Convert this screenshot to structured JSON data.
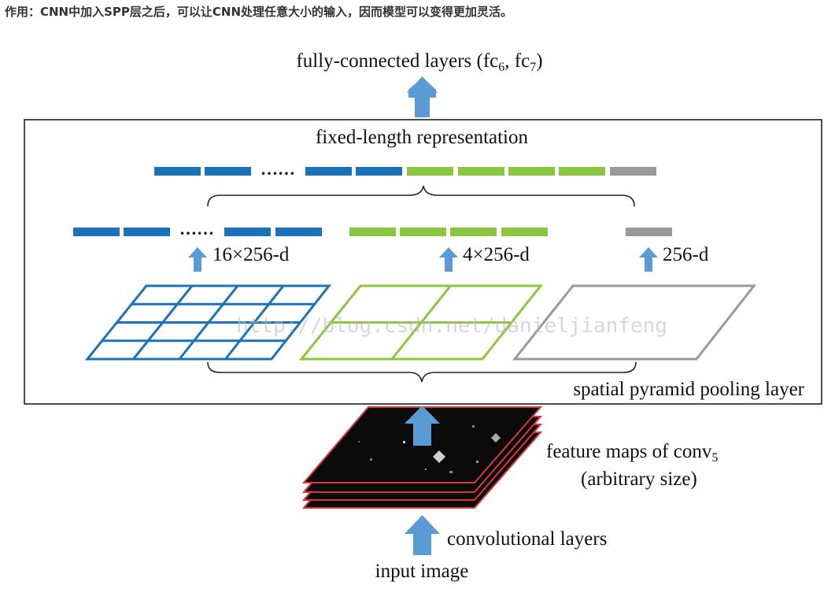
{
  "caption": "作用：CNN中加入SPP层之后，可以让CNN处理任意大小的输入，因而模型可以变得更加灵活。",
  "diagram": {
    "fc_label": "fully-connected layers (fc",
    "fc_sub1": "6",
    "fc_sep": ", fc",
    "fc_sub2": "7",
    "fc_close": ")",
    "fixed_label": "fixed-length representation",
    "dots": "……",
    "label_16": "16×256-d",
    "label_4": "4×256-d",
    "label_1": "256-d",
    "spp_label": "spatial pyramid pooling layer",
    "feature_label": "feature maps of conv",
    "feature_sub": "5",
    "arbitrary_label": "(arbitrary size)",
    "conv_label": "convolutional layers",
    "input_label": "input image",
    "watermark": "http://blog.csdn.net/danieljianfeng"
  },
  "colors": {
    "blue": "#1a72bb",
    "green": "#8cc63f",
    "gray": "#999999",
    "arrow": "#5b9bd5",
    "red": "#d9383a",
    "map": "#0b0b0b"
  },
  "icons": [
    "up-arrow-icon"
  ]
}
